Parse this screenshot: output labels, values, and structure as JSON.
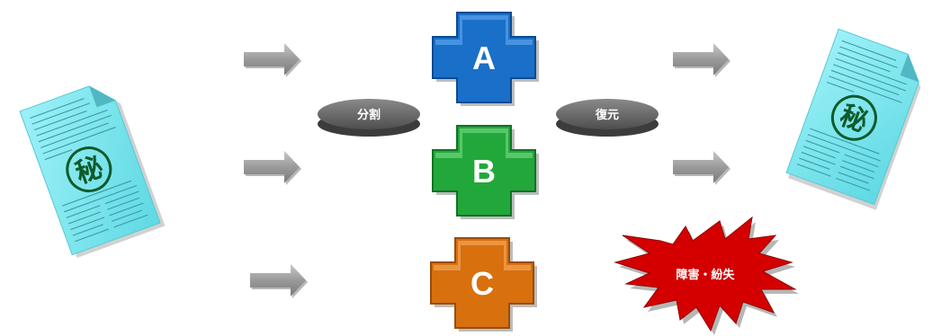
{
  "left_document": {
    "icon": "secret-document-icon",
    "seal_text": "秘"
  },
  "right_document": {
    "icon": "secret-document-icon",
    "seal_text": "秘"
  },
  "split_label": "分割",
  "restore_label": "復元",
  "pieces": [
    {
      "label": "A",
      "color": "#1a6fc8"
    },
    {
      "label": "B",
      "color": "#22a83a"
    },
    {
      "label": "C",
      "color": "#d8700e"
    }
  ],
  "failure_label": "障害・紛失",
  "colors": {
    "document": "#7fe6ee",
    "arrow": "#a0a0a0",
    "pill": "#6b6b6b",
    "burst": "#d40000"
  }
}
